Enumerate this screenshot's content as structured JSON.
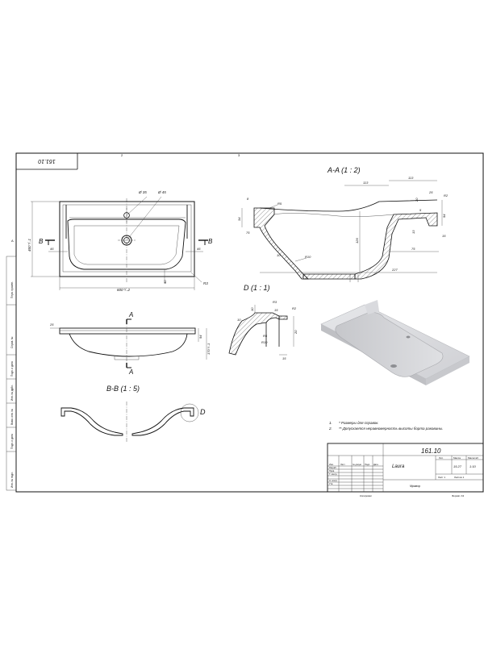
{
  "drawing": {
    "stamp_rotated": "161.10",
    "sheet_tick_top": "2",
    "sheet_tick_top2": "3",
    "sheet_tick_left": "A",
    "top_view": {
      "d35": "Ø 35",
      "d45": "Ø 45",
      "section_mark": "B",
      "dim_600": "600⁺/₋2",
      "dim_460": "460⁺/₋1",
      "dim_45_left": "45",
      "dim_45_right": "45",
      "dim_40": "40",
      "radius_r3": "R3"
    },
    "front_view": {
      "section_mark": "A",
      "dim_25": "25",
      "dim_94": "94",
      "dim_170": "170⁺/₋1"
    },
    "section_aa": {
      "title": "A-A (1 : 2)",
      "dims": [
        "113",
        "113",
        "8",
        "R5",
        "34",
        "75",
        "25",
        "R2",
        "20",
        "5",
        "94",
        "13",
        "126",
        "15",
        "R10",
        "10",
        "75",
        "227"
      ]
    },
    "detail_d": {
      "title": "D (1 : 1)",
      "dims": [
        "10",
        "R3",
        "R2",
        "15",
        "R5",
        "R10",
        "20",
        "15",
        "10"
      ]
    },
    "section_bb": {
      "title": "B-B (1 : 5)",
      "detail_mark": "D"
    },
    "notes": [
      {
        "num": "1.",
        "text": "* Размеры для справок."
      },
      {
        "num": "2.",
        "text": "** Допускается неравномерность высоты борта раковины."
      }
    ],
    "title_block": {
      "code": "161.10",
      "name": "Laura",
      "col_lit": "Лит.",
      "col_mass": "Масса",
      "col_scale": "Масштаб",
      "mass": "15.27",
      "scale": "1:10",
      "sheet": "Лист 1",
      "sheets": "Листов 1",
      "material": "Мрамор",
      "rows": [
        "Изм.",
        "Лист",
        "№ докум.",
        "Подп.",
        "Дата"
      ],
      "roles": [
        "Разраб.",
        "Пров.",
        "Т. контр.",
        "",
        "Н. контр.",
        "Утв."
      ],
      "copy": "Копировал",
      "format": "Формат А3"
    },
    "side_stamp": [
      "Перв. примен.",
      "Справ. №",
      "Подп. и дата",
      "Инв. № дубл.",
      "Взам. инв. №",
      "Подп. и дата",
      "Инв. № подл."
    ]
  }
}
